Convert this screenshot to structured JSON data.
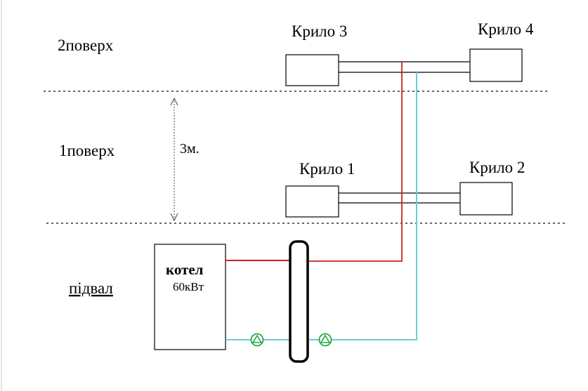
{
  "floors": {
    "floor2": "2поверх",
    "floor1": "1поверх",
    "basement": "підвал"
  },
  "wings": {
    "wing1": "Крило 1",
    "wing2": "Крило 2",
    "wing3": "Крило 3",
    "wing4": "Крило 4"
  },
  "dimension": {
    "height": "3м."
  },
  "boiler": {
    "name": "котел",
    "power": "60кВт"
  },
  "colors": {
    "supply": "#cc2222",
    "return": "#66ccdd",
    "pump": "#22aa44",
    "floor_line": "#333333"
  }
}
